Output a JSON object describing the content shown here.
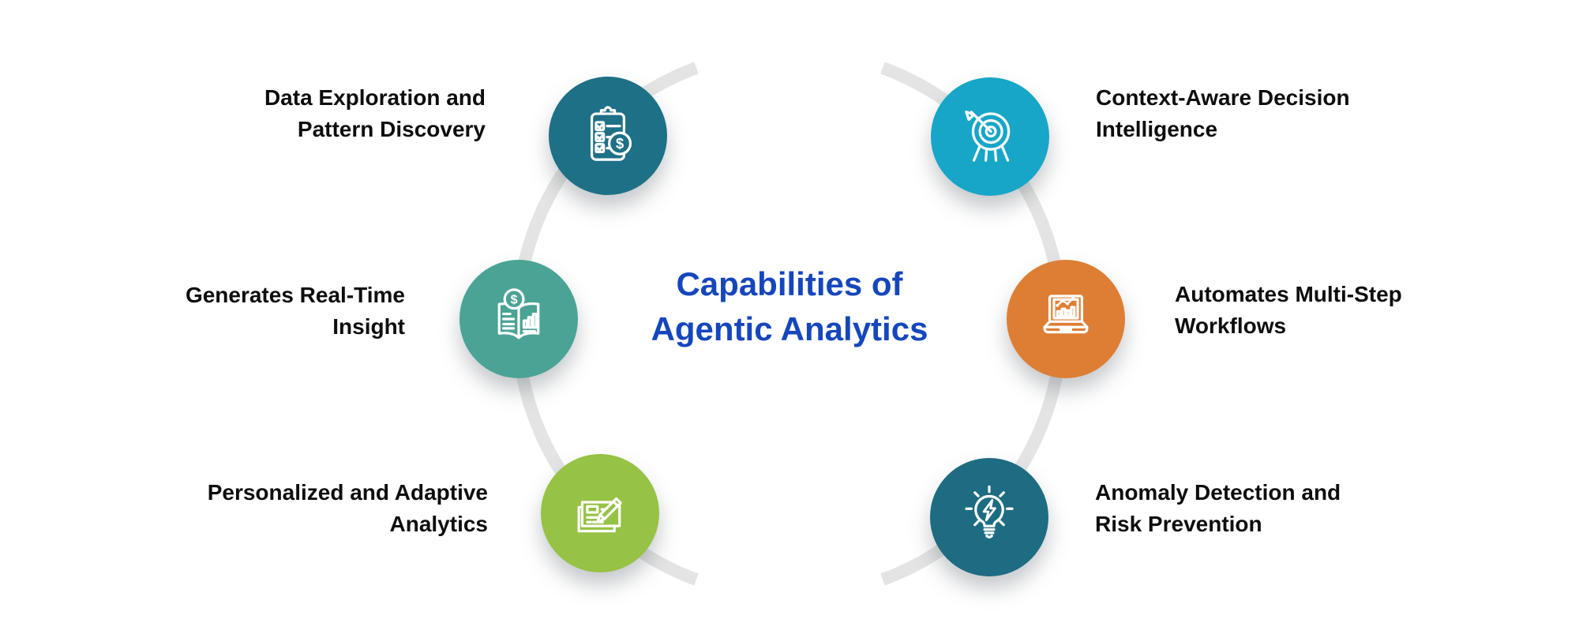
{
  "title": {
    "line1": "Capabilities of",
    "line2": "Agentic Analytics",
    "color": "#1546bc"
  },
  "theme": {
    "background": "#ffffff",
    "ring_color": "#e4e4e4",
    "label_color": "#0d0d0d",
    "icon_stroke": "#ffffff"
  },
  "items": [
    {
      "id": "data-exploration",
      "lines": [
        "Data Exploration and",
        "Pattern Discovery"
      ],
      "icon": "clipboard-checklist-dollar-icon",
      "color": "#1e7086",
      "side": "left"
    },
    {
      "id": "real-time-insight",
      "lines": [
        "Generates Real-Time",
        "Insight"
      ],
      "icon": "book-dollar-chart-icon",
      "color": "#4aa394",
      "side": "left"
    },
    {
      "id": "personalized-adaptive",
      "lines": [
        "Personalized and Adaptive",
        "Analytics"
      ],
      "icon": "document-pencil-icon",
      "color": "#96c245",
      "side": "left"
    },
    {
      "id": "context-aware",
      "lines": [
        "Context-Aware Decision",
        "Intelligence"
      ],
      "icon": "target-arrow-icon",
      "color": "#17a6c7",
      "side": "right"
    },
    {
      "id": "automates-workflows",
      "lines": [
        "Automates Multi-Step",
        "Workflows"
      ],
      "icon": "laptop-analytics-icon",
      "color": "#dd7e34",
      "side": "right"
    },
    {
      "id": "anomaly-detection",
      "lines": [
        "Anomaly Detection and",
        "Risk Prevention"
      ],
      "icon": "lightbulb-bolt-icon",
      "color": "#1d6c82",
      "side": "right"
    }
  ]
}
